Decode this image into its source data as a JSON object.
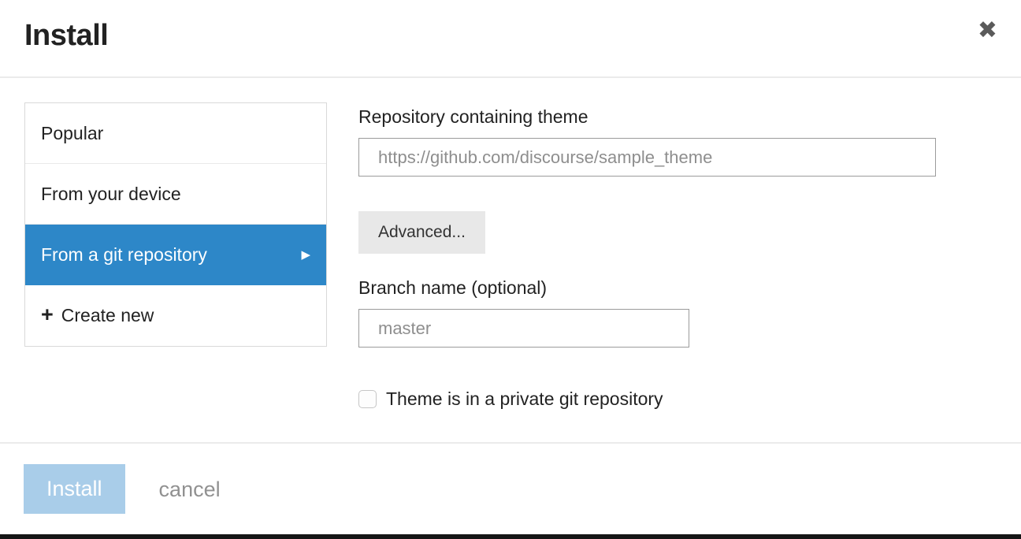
{
  "modal": {
    "title": "Install",
    "close_icon": "✖"
  },
  "sidebar": {
    "items": [
      {
        "label": "Popular",
        "selected": false
      },
      {
        "label": "From your device",
        "selected": false
      },
      {
        "label": "From a git repository",
        "selected": true,
        "arrow": "▶"
      },
      {
        "label": "Create new",
        "selected": false,
        "prefix": "+"
      }
    ]
  },
  "form": {
    "repo_label": "Repository containing theme",
    "repo_value": "",
    "repo_placeholder": "https://github.com/discourse/sample_theme",
    "advanced_label": "Advanced...",
    "branch_label": "Branch name (optional)",
    "branch_value": "",
    "branch_placeholder": "master",
    "private_checkbox_label": "Theme is in a private git repository",
    "private_checkbox_checked": false
  },
  "footer": {
    "install_label": "Install",
    "install_enabled": false,
    "cancel_label": "cancel"
  },
  "colors": {
    "accent_blue": "#2d87c8",
    "disabled_install_blue": "#a9cde9",
    "divider_gray": "#ebebeb"
  }
}
